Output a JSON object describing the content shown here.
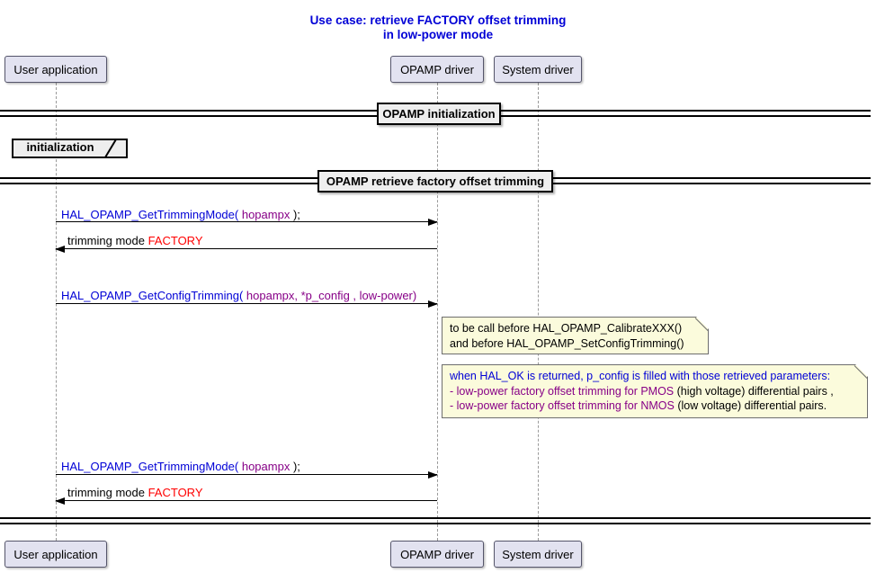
{
  "title": {
    "line1": "Use case: retrieve FACTORY offset trimming",
    "line2": "in low-power mode"
  },
  "participants": [
    {
      "label": "User application"
    },
    {
      "label": "OPAMP driver"
    },
    {
      "label": "System driver"
    }
  ],
  "dividers": {
    "d1": "OPAMP initialization",
    "d2": "OPAMP retrieve factory offset trimming"
  },
  "group": {
    "label": "initialization"
  },
  "messages": {
    "m1": {
      "fn": "HAL_OPAMP_GetTrimmingMode(",
      "arg": " hopampx ",
      "close": ");"
    },
    "r1": {
      "label": "trimming mode ",
      "value": "FACTORY"
    },
    "m2": {
      "fn": "HAL_OPAMP_GetConfigTrimming(",
      "arg": " hopampx, *p_config , low-power)"
    },
    "m3": {
      "fn": "HAL_OPAMP_GetTrimmingMode(",
      "arg": " hopampx ",
      "close": ");"
    },
    "r2": {
      "label": "trimming mode ",
      "value": "FACTORY"
    }
  },
  "notes": {
    "note1": {
      "line1": "to be call before HAL_OPAMP_CalibrateXXX()",
      "line2": "and before HAL_OPAMP_SetConfigTrimming()"
    },
    "note2": {
      "line1": "when HAL_OK is returned, p_config is filled with those retrieved parameters:",
      "line2_highlight": "- low-power factory offset trimming for PMOS",
      "line2_rest": " (high voltage) differential pairs ,",
      "line3_highlight": "- low-power factory offset trimming for NMOS",
      "line3_rest": " (low voltage) differential pairs."
    }
  },
  "colors": {
    "title_blue": "#0000D6",
    "call_blue": "#0000D6",
    "param_purple": "#870087",
    "factory_red": "#FF0000",
    "note_bg": "#FBFBDC",
    "participant_bg": "#E2E2F0",
    "divider_bg": "#EEEEEE"
  }
}
